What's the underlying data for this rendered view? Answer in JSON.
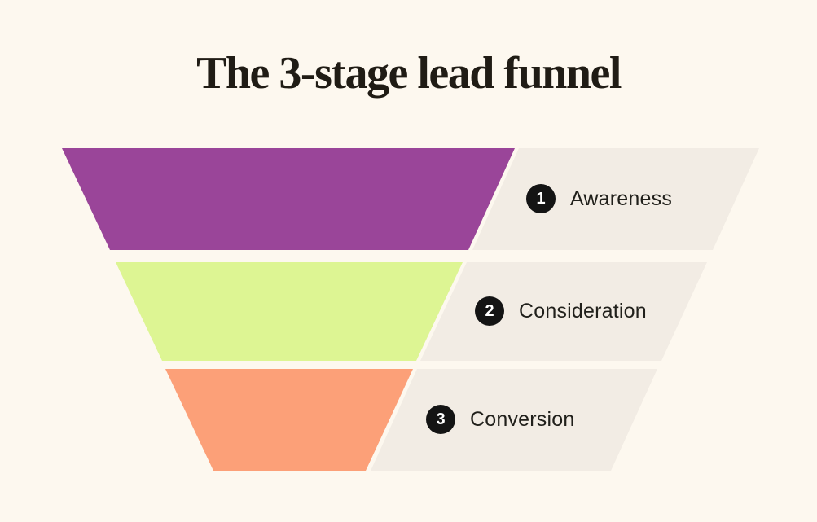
{
  "title": "The 3-stage lead funnel",
  "colors": {
    "background": "#FDF8EF",
    "label_panel": "#F2ECE4",
    "badge_background": "#141414",
    "badge_number": "#FFFFFF",
    "text": "#21201B",
    "title_text": "#201C15"
  },
  "chart_data": {
    "type": "funnel",
    "title": "The 3-stage lead funnel",
    "orientation": "top-down, narrowing",
    "stages": [
      {
        "number": "1",
        "label": "Awareness",
        "color": "#9A4599"
      },
      {
        "number": "2",
        "label": "Consideration",
        "color": "#DDF593"
      },
      {
        "number": "3",
        "label": "Conversion",
        "color": "#FCA078"
      }
    ]
  }
}
